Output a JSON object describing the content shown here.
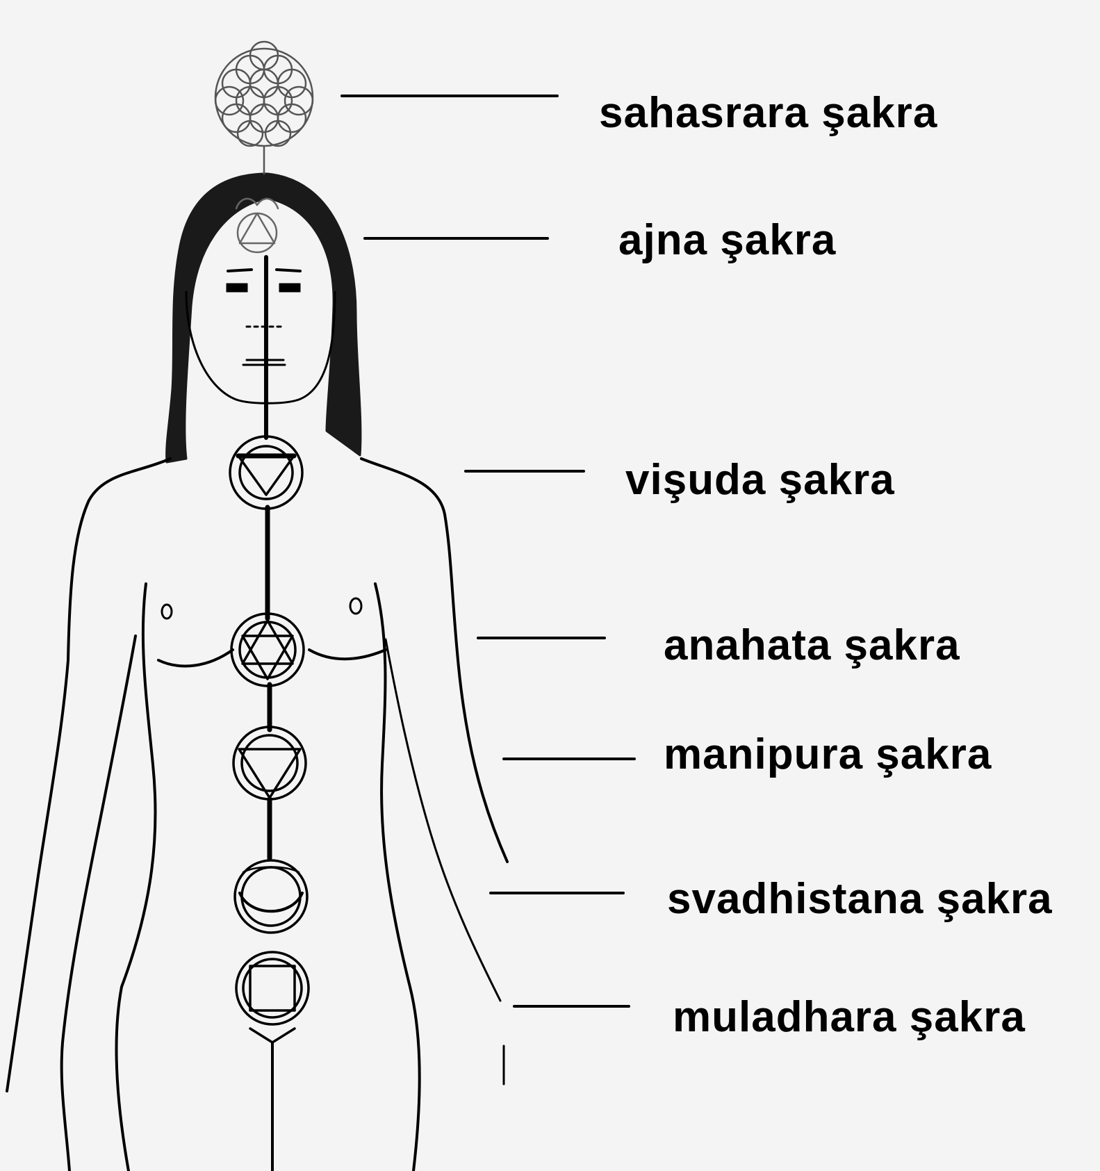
{
  "diagram": {
    "labels": {
      "sahasrara": "sahasrara şakra",
      "ajna": "ajna şakra",
      "visuda": "vişuda şakra",
      "anahata": "anahata şakra",
      "manipura": "manipura şakra",
      "svadhistana": "svadhistana şakra",
      "muladhara": "muladhara şakra"
    },
    "colors": {
      "background": "#f4f4f4",
      "ink": "#000000",
      "hair": "#1a1a1a"
    }
  }
}
